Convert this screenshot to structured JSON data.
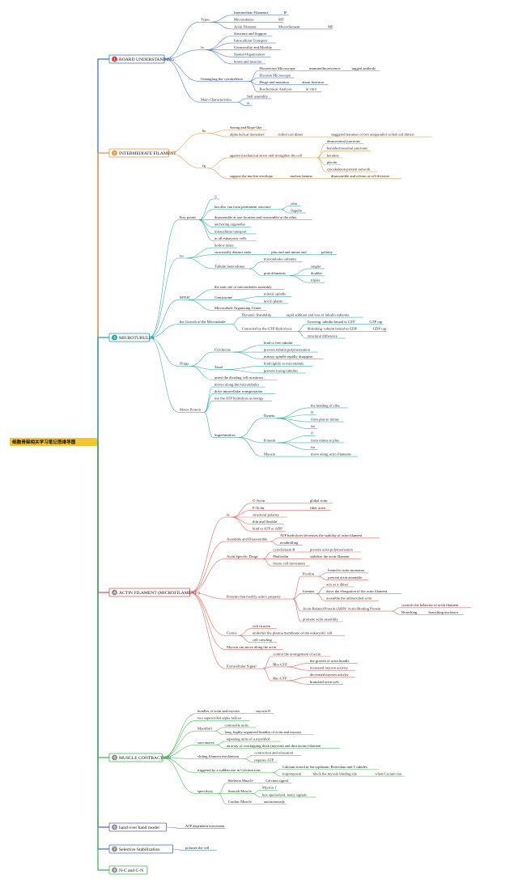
{
  "root": "细胞骨架相关学习笔记思维导图",
  "colors": {
    "blue": "#3b6fd8",
    "orange": "#e8913a",
    "teal": "#20a4a0",
    "red": "#d9534f",
    "green": "#3fb551",
    "purple": "#6c5bbf",
    "root_bg": "#f3c531",
    "badge_gray": "#8a8a8a"
  },
  "branches": [
    {
      "num": "1",
      "label": "BOARD UNDERSTANDING",
      "badge": "#d73a2e",
      "line": "#3b6fd8",
      "children": [
        {
          "label": "Types",
          "children": [
            {
              "label": "Intermediate Filaments",
              "children": [
                {
                  "label": "IF"
                }
              ]
            },
            {
              "label": "Microtubules",
              "children": [
                {
                  "label": "MT"
                }
              ]
            },
            {
              "label": "Actin Filament",
              "children": [
                {
                  "label": "Microfilament",
                  "children": [
                    {
                      "label": "MF"
                    }
                  ]
                }
              ]
            }
          ]
        },
        {
          "label": "fx",
          "children": [
            {
              "label": "Structure and Support"
            },
            {
              "label": "Intracellular Transport"
            },
            {
              "label": "Contractility and Motility"
            },
            {
              "label": "Spatial Organization"
            },
            {
              "label": "bones and muscles"
            }
          ]
        },
        {
          "label": "Untangling the cytoskeleton",
          "children": [
            {
              "label": "Fluorescent Microscope",
              "children": [
                {
                  "label": "immunofluorescence",
                  "children": [
                    {
                      "label": "tagged antibody"
                    }
                  ]
                }
              ]
            },
            {
              "label": "Electron Microscope"
            },
            {
              "label": "Drugs and mutation",
              "children": [
                {
                  "label": "about function"
                }
              ]
            },
            {
              "label": "Biochemical Analysis",
              "children": [
                {
                  "label": "in vitro"
                }
              ]
            }
          ]
        },
        {
          "label": "Main Characteristics",
          "children": [
            {
              "label": "Self assembly"
            },
            {
              "label": "fi"
            }
          ]
        }
      ]
    },
    {
      "num": "2",
      "label": "INTERMEDIATE FILAMENT",
      "badge": "#e8913a",
      "line": "#e8913a",
      "children": [
        {
          "label": "bo",
          "children": [
            {
              "label": "Strong and Rope-like"
            },
            {
              "label": "alpha helical monomer",
              "children": [
                {
                  "label": "coiled coil dimer",
                  "children": [
                    {
                      "label": "staggered tetramer of two antiparallel coiled coil dimers"
                    }
                  ]
                }
              ]
            }
          ]
        },
        {
          "label": "fg",
          "children": [
            {
              "label": "against mechanical stress and strengthen the cell",
              "children": [
                {
                  "label": "desmosomal junctions"
                },
                {
                  "label": "hemidesmosomal junctions"
                },
                {
                  "label": "keratins"
                },
                {
                  "label": "plectin"
                },
                {
                  "label": "cytoskeleton protein network"
                }
              ]
            },
            {
              "label": "support the nuclear envelope",
              "children": [
                {
                  "label": "nuclear lamina",
                  "children": [
                    {
                      "label": "disassemble and reform at cell division"
                    }
                  ]
                }
              ]
            }
          ]
        }
      ]
    },
    {
      "num": "3",
      "label": "MICROTUBULES",
      "badge": "#20a4a0",
      "line": "#20a4a0",
      "children": [
        {
          "label": "Key points",
          "children": [
            {
              "label": "fi"
            },
            {
              "label": "but also can form permanent structure",
              "children": [
                {
                  "label": "cilia"
                },
                {
                  "label": "flagella"
                }
              ]
            },
            {
              "label": "disassemble at one location and reassemble at the other"
            },
            {
              "label": "anchoring organelles"
            },
            {
              "label": "intracellular transport"
            },
            {
              "label": "in all eukaryotic cells"
            }
          ]
        },
        {
          "label": "tss",
          "children": [
            {
              "label": "hollow tubes"
            },
            {
              "label": "structurally distinct ends",
              "children": [
                {
                  "label": "plus end and minus end",
                  "children": [
                    {
                      "label": "polarity"
                    }
                  ]
                }
              ]
            },
            {
              "label": "Tubulin heterodimer",
              "children": [
                {
                  "label": "microtubules subunits"
                },
                {
                  "label": "protofilaments",
                  "children": [
                    {
                      "label": "singlet"
                    },
                    {
                      "label": "doublet"
                    },
                    {
                      "label": "triplet"
                    }
                  ]
                }
              ]
            }
          ]
        },
        {
          "label": "MTOC",
          "children": [
            {
              "label": "the start site of microtubules assembly"
            },
            {
              "label": "Centrosome",
              "children": [
                {
                  "label": "mitotic spindle"
                },
                {
                  "label": "not in plants"
                }
              ]
            },
            {
              "label": "Microtubule Organizing Center"
            }
          ]
        },
        {
          "label": "the Growth of the Microtubule",
          "children": [
            {
              "label": "Dynamic Instability",
              "children": [
                {
                  "label": "rapid addition and loss of tubulin subunits"
                }
              ]
            },
            {
              "label": "Controled by the GTP Hydrolysis",
              "children": [
                {
                  "label": "Growing: tubulin bound to GTP",
                  "children": [
                    {
                      "label": "GTP cap"
                    }
                  ]
                },
                {
                  "label": "Shrinking: tubulin bound to GDP",
                  "children": [
                    {
                      "label": "GDP cap"
                    }
                  ]
                },
                {
                  "label": "structural difference"
                }
              ]
            }
          ]
        },
        {
          "label": "Drugs",
          "children": [
            {
              "label": "Colchicine",
              "children": [
                {
                  "label": "bind to free tubulin"
                },
                {
                  "label": "prevent tubulin polymerization"
                },
                {
                  "label": "mitosis spindle rapidly disappear"
                }
              ]
            },
            {
              "label": "Taxol",
              "children": [
                {
                  "label": "bind tightly to microtubule"
                },
                {
                  "label": "prevent losing tubulins"
                }
              ]
            },
            {
              "label": "arrest the dividing cell in mitosis"
            }
          ]
        },
        {
          "label": "Motor Protein",
          "children": [
            {
              "label": "moves along the microtubules"
            },
            {
              "label": "drive intracellular transportation"
            },
            {
              "label": "use the ATP hydrolysis as energy"
            },
            {
              "label": "Superfamilies",
              "children": [
                {
                  "label": "Dynein",
                  "children": [
                    {
                      "label": "the bending of cilia"
                    },
                    {
                      "label": "fl"
                    },
                    {
                      "label": "from plus to minus"
                    },
                    {
                      "label": "fro"
                    }
                  ]
                },
                {
                  "label": "Kinesin",
                  "children": [
                    {
                      "label": "fl"
                    },
                    {
                      "label": "from minus to plus"
                    },
                    {
                      "label": "fro"
                    }
                  ]
                },
                {
                  "label": "Myosin",
                  "children": [
                    {
                      "label": "move along actin filaments"
                    }
                  ]
                }
              ]
            }
          ]
        }
      ]
    },
    {
      "num": "4",
      "label": "ACTIN FILAMENT (MICROFILAMENT )",
      "badge": "#8a8a8a",
      "line": "#d9534f",
      "children": [
        {
          "label": "fa",
          "children": [
            {
              "label": "G-Actin",
              "children": [
                {
                  "label": "global actin"
                }
              ]
            },
            {
              "label": "F-Actin",
              "children": [
                {
                  "label": "fiber actin"
                }
              ]
            },
            {
              "label": "structural polarity"
            },
            {
              "label": "thin and flexible"
            },
            {
              "label": "bind to ATP or ADP"
            }
          ]
        },
        {
          "label": "Assemble and Disassemble",
          "children": [
            {
              "label": "ATP hydrolysis decreases the stability of actin filament"
            },
            {
              "label": "treadmilling"
            }
          ]
        },
        {
          "label": "Actin Specific Drugs",
          "children": [
            {
              "label": "cytochalasin B",
              "children": [
                {
                  "label": "prevent actin polymerization"
                }
              ]
            },
            {
              "label": "Phalloidin",
              "children": [
                {
                  "label": "stabilize the actin filament"
                }
              ]
            },
            {
              "label": "freeze cell movement"
            }
          ]
        },
        {
          "label": "Proteins that modify actin's property",
          "children": [
            {
              "label": "Profilin",
              "children": [
                {
                  "label": "bound to actin monomer"
                },
                {
                  "label": "prevent actin assemble"
                }
              ]
            },
            {
              "label": "formins",
              "children": [
                {
                  "label": "acts as a dimer"
                },
                {
                  "label": "drive the elongation of the actin filament"
                },
                {
                  "label": "assemble the unbranched actin"
                }
              ]
            },
            {
              "label": "Actin-Related Protein (ARP)/ Actin-Binding Protein",
              "children": [
                {
                  "label": "controls the behavior of actin filament"
                },
                {
                  "label": "Branching",
                  "children": [
                    {
                      "label": "branching nucleator"
                    }
                  ]
                }
              ]
            },
            {
              "label": "promote actin assembly"
            }
          ]
        },
        {
          "label": "Cortex",
          "children": [
            {
              "label": "rich in actin"
            },
            {
              "label": "underlies the plasma membrane of the eukaryotic cell"
            },
            {
              "label": "cell crawling"
            }
          ]
        },
        {
          "label": "Myosin can move along the actin"
        },
        {
          "label": "Extracellular Signal",
          "children": [
            {
              "label": "control the arrangement of actin"
            },
            {
              "label": "Rho GTP",
              "children": [
                {
                  "label": "the growth of actin bundle"
                },
                {
                  "label": "increased myosin activity"
                }
              ]
            },
            {
              "label": "Rac-GTP",
              "children": [
                {
                  "label": "decreased myosin activity"
                },
                {
                  "label": "branched actin web"
                }
              ]
            }
          ]
        }
      ]
    },
    {
      "num": "5",
      "label": "MUSCLE CONTRACTION",
      "badge": "#8a8a8a",
      "line": "#3fb551",
      "children": [
        {
          "label": "bundles of actin and myosin",
          "children": [
            {
              "label": "myosin II"
            }
          ]
        },
        {
          "label": "two supercoiled alpha helices"
        },
        {
          "label": "Myofibril",
          "children": [
            {
              "label": "contractile units"
            },
            {
              "label": "long, highly organized bundles of actin and myosin"
            }
          ]
        },
        {
          "label": "sarcomeres",
          "children": [
            {
              "label": "repeating units of a myofibril"
            },
            {
              "label": "an array of overlapping thick (myosin) and thin (actin) filament"
            }
          ]
        },
        {
          "label": "sliding filament mechanism",
          "children": [
            {
              "label": "contraction and relaxation"
            },
            {
              "label": "requires ATP"
            }
          ]
        },
        {
          "label": "triggered by a sudden rise in Calcium ions",
          "children": [
            {
              "label": "Calcium stored in Sarcoplasmic Reticulum and T tubules"
            },
            {
              "label": "tropomyosin",
              "children": [
                {
                  "label": "block the myosin binding site",
                  "children": [
                    {
                      "label": "when Cacium rise"
                    }
                  ]
                }
              ]
            }
          ]
        },
        {
          "label": "specificity",
          "children": [
            {
              "label": "Skeleton Muscle",
              "children": [
                {
                  "label": "Calcium signal"
                }
              ]
            },
            {
              "label": "Smooth Muscle",
              "children": [
                {
                  "label": "Myosin 1"
                },
                {
                  "label": "less specialized, many signals"
                }
              ]
            },
            {
              "label": "Cardiac Muscle",
              "children": [
                {
                  "label": "autonomously"
                }
              ]
            }
          ]
        }
      ]
    },
    {
      "num": "6",
      "label": "hand over hand model",
      "badge": "#8a8a8a",
      "line": "#6c5bbf",
      "children": [
        {
          "label": "ATP dependent movement"
        }
      ]
    },
    {
      "num": "7",
      "label": "Selective Stabilization",
      "badge": "#8a8a8a",
      "line": "#3b6fd8",
      "children": [
        {
          "label": "polarize the cell"
        }
      ]
    },
    {
      "num": "8",
      "label": "N-C and C-N",
      "badge": "#8a8a8a",
      "line": "#3fb551",
      "children": []
    }
  ]
}
